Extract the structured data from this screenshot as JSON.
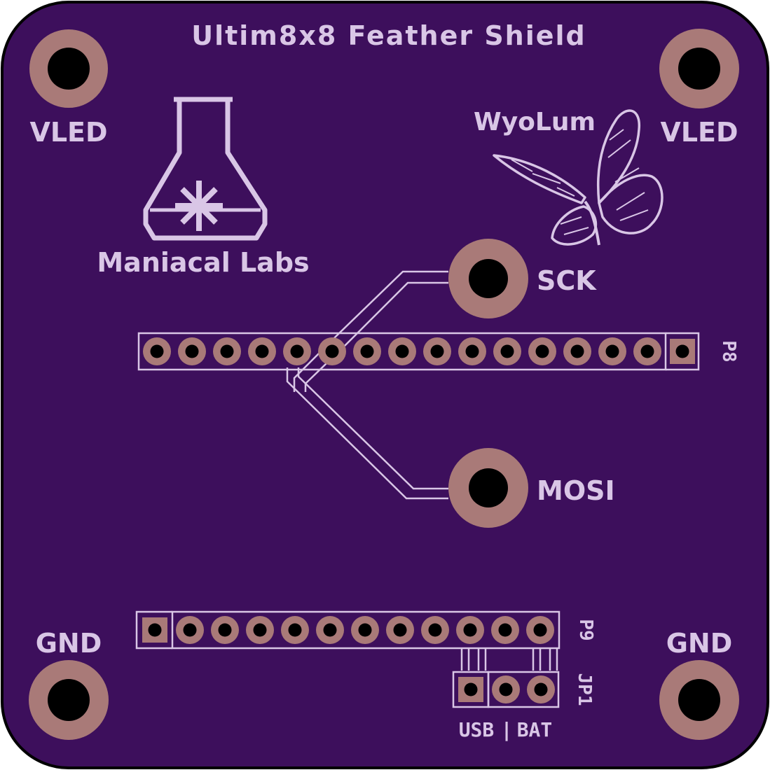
{
  "board": {
    "title": "Ultim8x8 Feather Shield",
    "colors": {
      "substrate": "#3d0f5c",
      "edge": "#000000",
      "silkscreen": "#d9c6e6",
      "copper_pad": "#a97a78",
      "hole": "#000000",
      "trace_outline": "#d9c6e6"
    }
  },
  "mounting_holes": {
    "top_left_label": "VLED",
    "top_right_label": "VLED",
    "bottom_left_label": "GND",
    "bottom_right_label": "GND"
  },
  "signals": {
    "sck_label": "SCK",
    "mosi_label": "MOSI"
  },
  "logos": {
    "maniacal_labs": "Maniacal Labs",
    "wyolum": "WyoLum",
    "flask_icon": "flask-icon",
    "butterfly_icon": "butterfly-icon"
  },
  "headers": {
    "p8_label": "P8",
    "p8_pin_count": 16,
    "p9_label": "P9",
    "p9_pin_count": 12
  },
  "jumper": {
    "label": "JP1",
    "pin_count": 3,
    "usb_label": "USB",
    "separator": "|",
    "bat_label": "BAT"
  }
}
